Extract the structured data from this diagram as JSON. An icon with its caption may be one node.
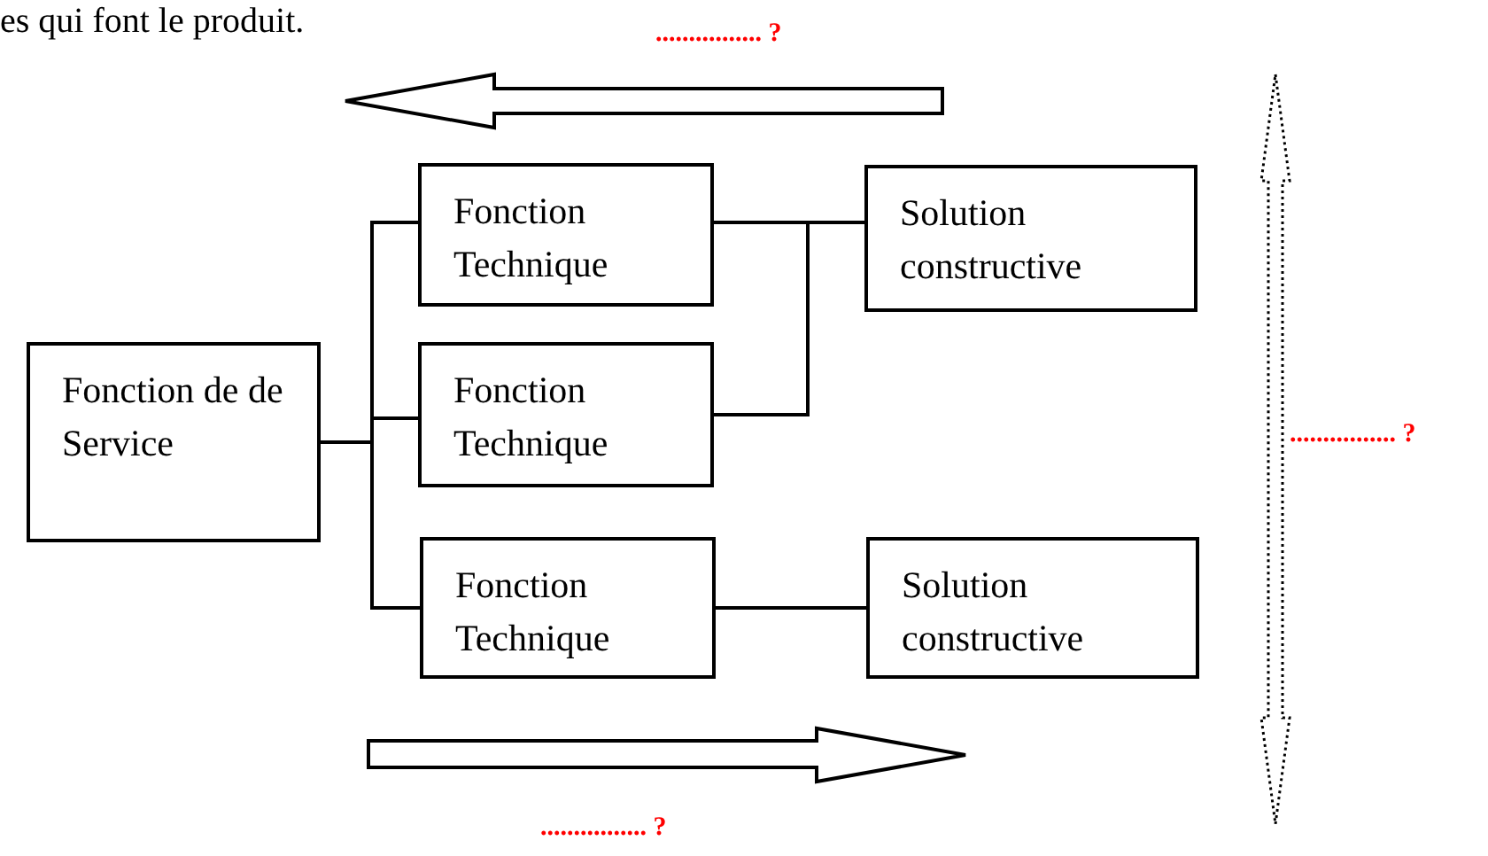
{
  "diagram": {
    "nodes": [
      {
        "text": [
          "Fonction de de Service"
        ]
      },
      {
        "text": [
          "Fonction Technique"
        ]
      },
      {
        "text": [
          "Fonction Technique"
        ]
      },
      {
        "text": [
          "Fonction Technique"
        ]
      },
      {
        "text": [
          "Solution constructive"
        ]
      },
      {
        "text": [
          "Solution constructive"
        ]
      }
    ],
    "edges": [
      {
        "from": 0,
        "to": 1,
        "arrow": "none"
      },
      {
        "from": 0,
        "to": 2,
        "arrow": "none"
      },
      {
        "from": 0,
        "to": 3,
        "arrow": "none"
      },
      {
        "from": 1,
        "to": 4,
        "arrow": "none"
      },
      {
        "from": 2,
        "to": 4,
        "arrow": "none"
      },
      {
        "from": 3,
        "to": 5,
        "arrow": "none"
      }
    ],
    "labels": [
      "es qui font le produit.",
      "................ ?",
      "................ ?",
      "................ ?"
    ]
  }
}
